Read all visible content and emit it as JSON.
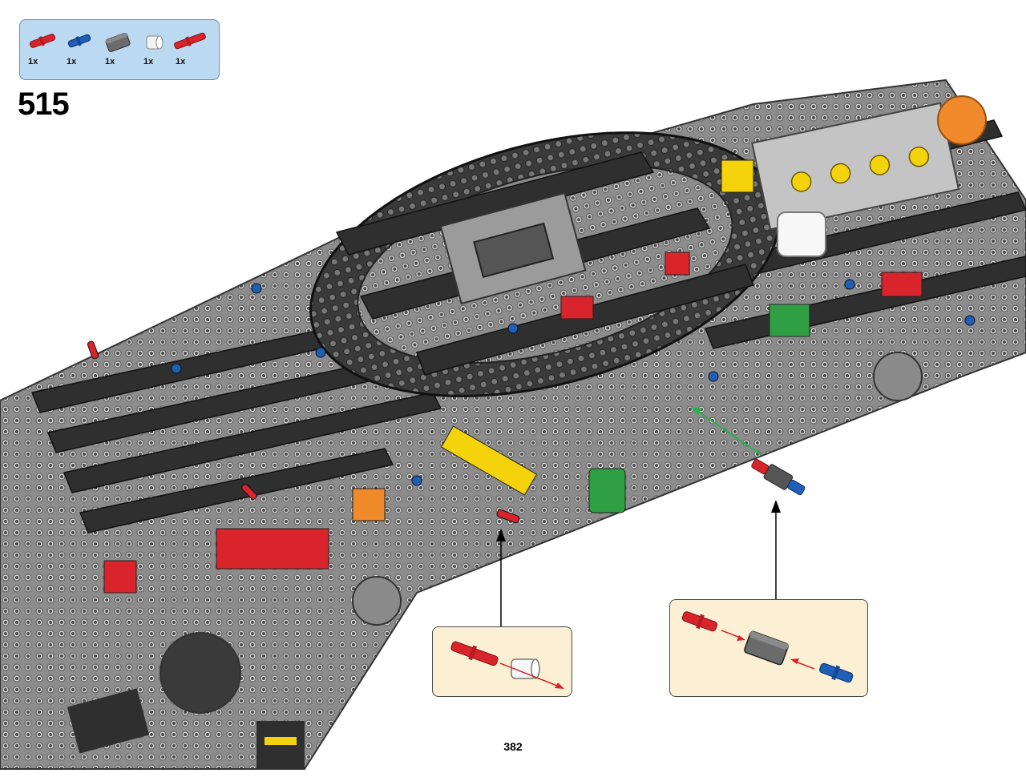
{
  "parts_list": [
    {
      "name": "red-axle-pin",
      "color": "#d8242a",
      "qty": "1x"
    },
    {
      "name": "blue-axle-pin",
      "color": "#1f5fb8",
      "qty": "1x"
    },
    {
      "name": "dark-gray-connector",
      "color": "#6b6b6b",
      "qty": "1x"
    },
    {
      "name": "white-bush",
      "color": "#f2f2f2",
      "qty": "1x"
    },
    {
      "name": "red-axle-pin-long",
      "color": "#d8242a",
      "qty": "1x"
    }
  ],
  "step_number": "515",
  "page_number": "382",
  "colors": {
    "parts_box_bg": "#bcd9f2",
    "callout_bg": "#fbf0d3",
    "technic_dark": "#3a3a3a",
    "technic_gray": "#8c8c8c",
    "technic_red": "#d8242a",
    "technic_blue": "#1f5fb8",
    "technic_yellow": "#f5d30c",
    "technic_green": "#2ea043",
    "technic_orange": "#f08a2a",
    "guide_green": "#2bb04e",
    "arrow_red": "#d8242a"
  },
  "icons": [
    "technic-model",
    "assembly-arrow",
    "subassembly-callout"
  ]
}
